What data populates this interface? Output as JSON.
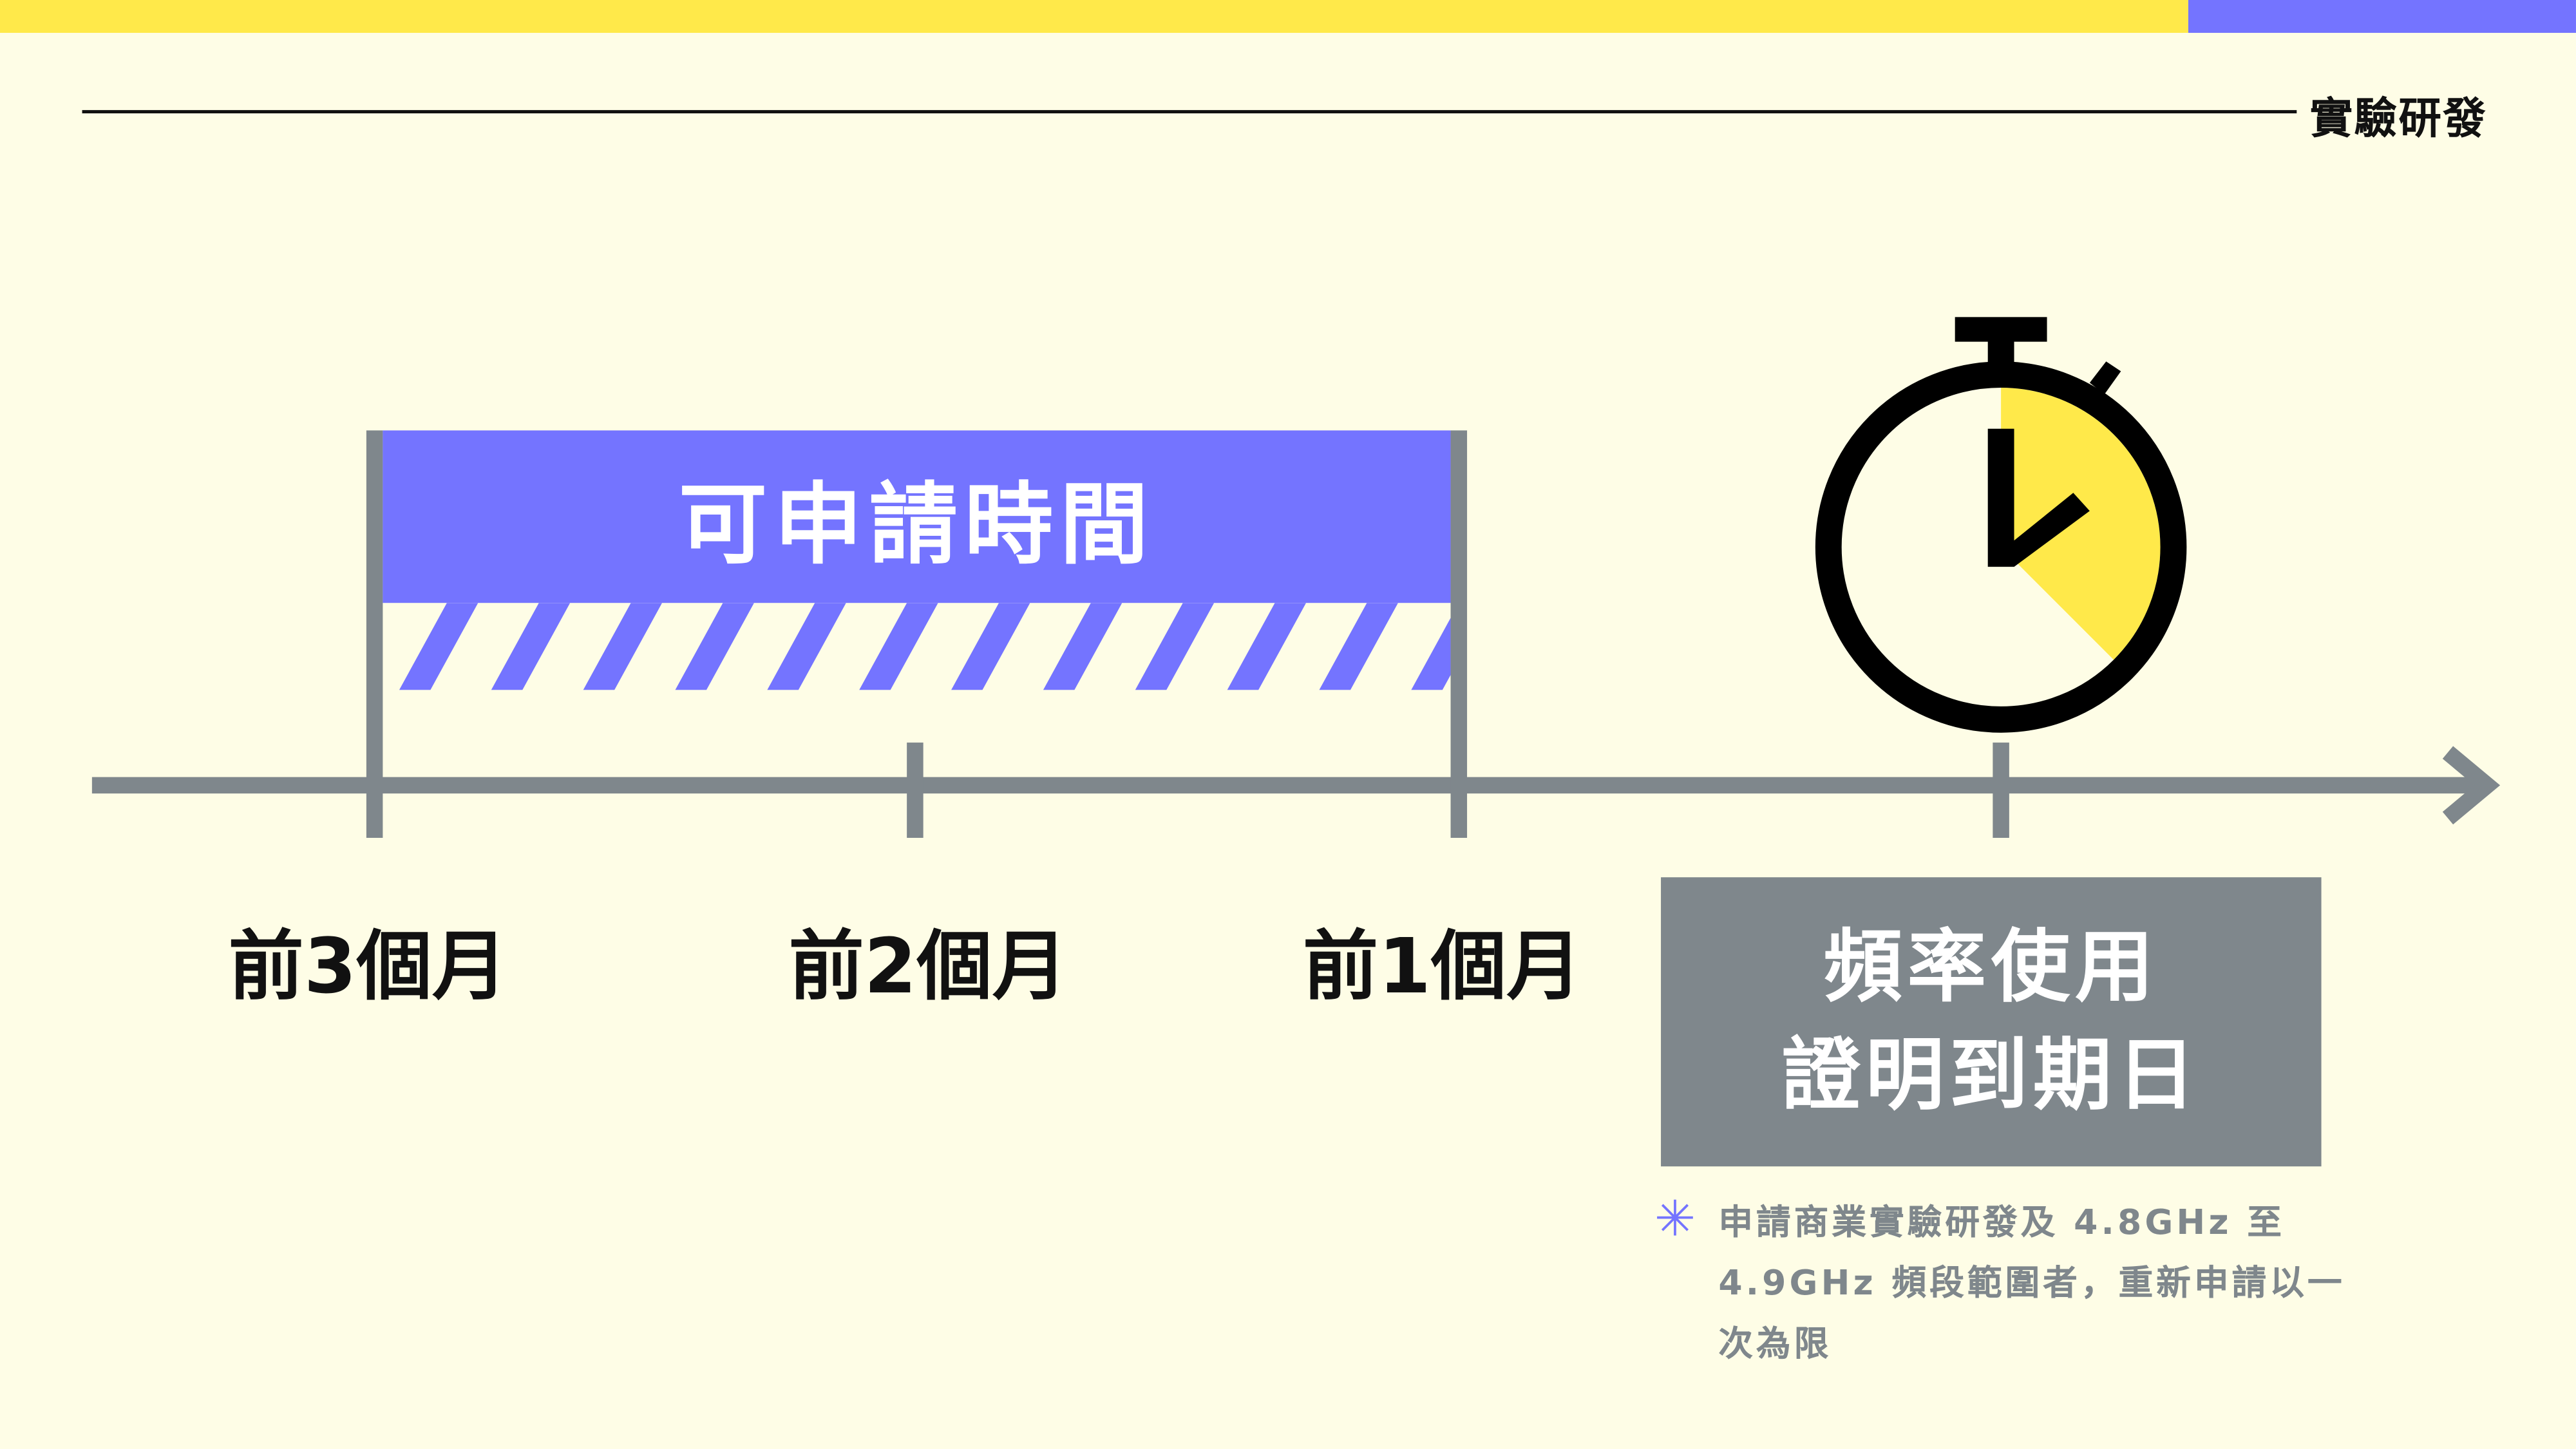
{
  "header": {
    "section_title": "實驗研發"
  },
  "timeline": {
    "available_period_label": "可申請時間",
    "ticks": [
      "前3個月",
      "前2個月",
      "前1個月"
    ],
    "expiry_box": {
      "line1": "頻率使用",
      "line2": "證明到期日"
    }
  },
  "note": {
    "marker": "✳",
    "text": "申請商業實驗研發及 4.8GHz 至 4.9GHz 頻段範圍者，重新申請以一次為限"
  },
  "colors": {
    "yellow": "#FFE94A",
    "purple": "#7474FF",
    "gray": "#7F878C",
    "background": "#FEFDE6"
  }
}
